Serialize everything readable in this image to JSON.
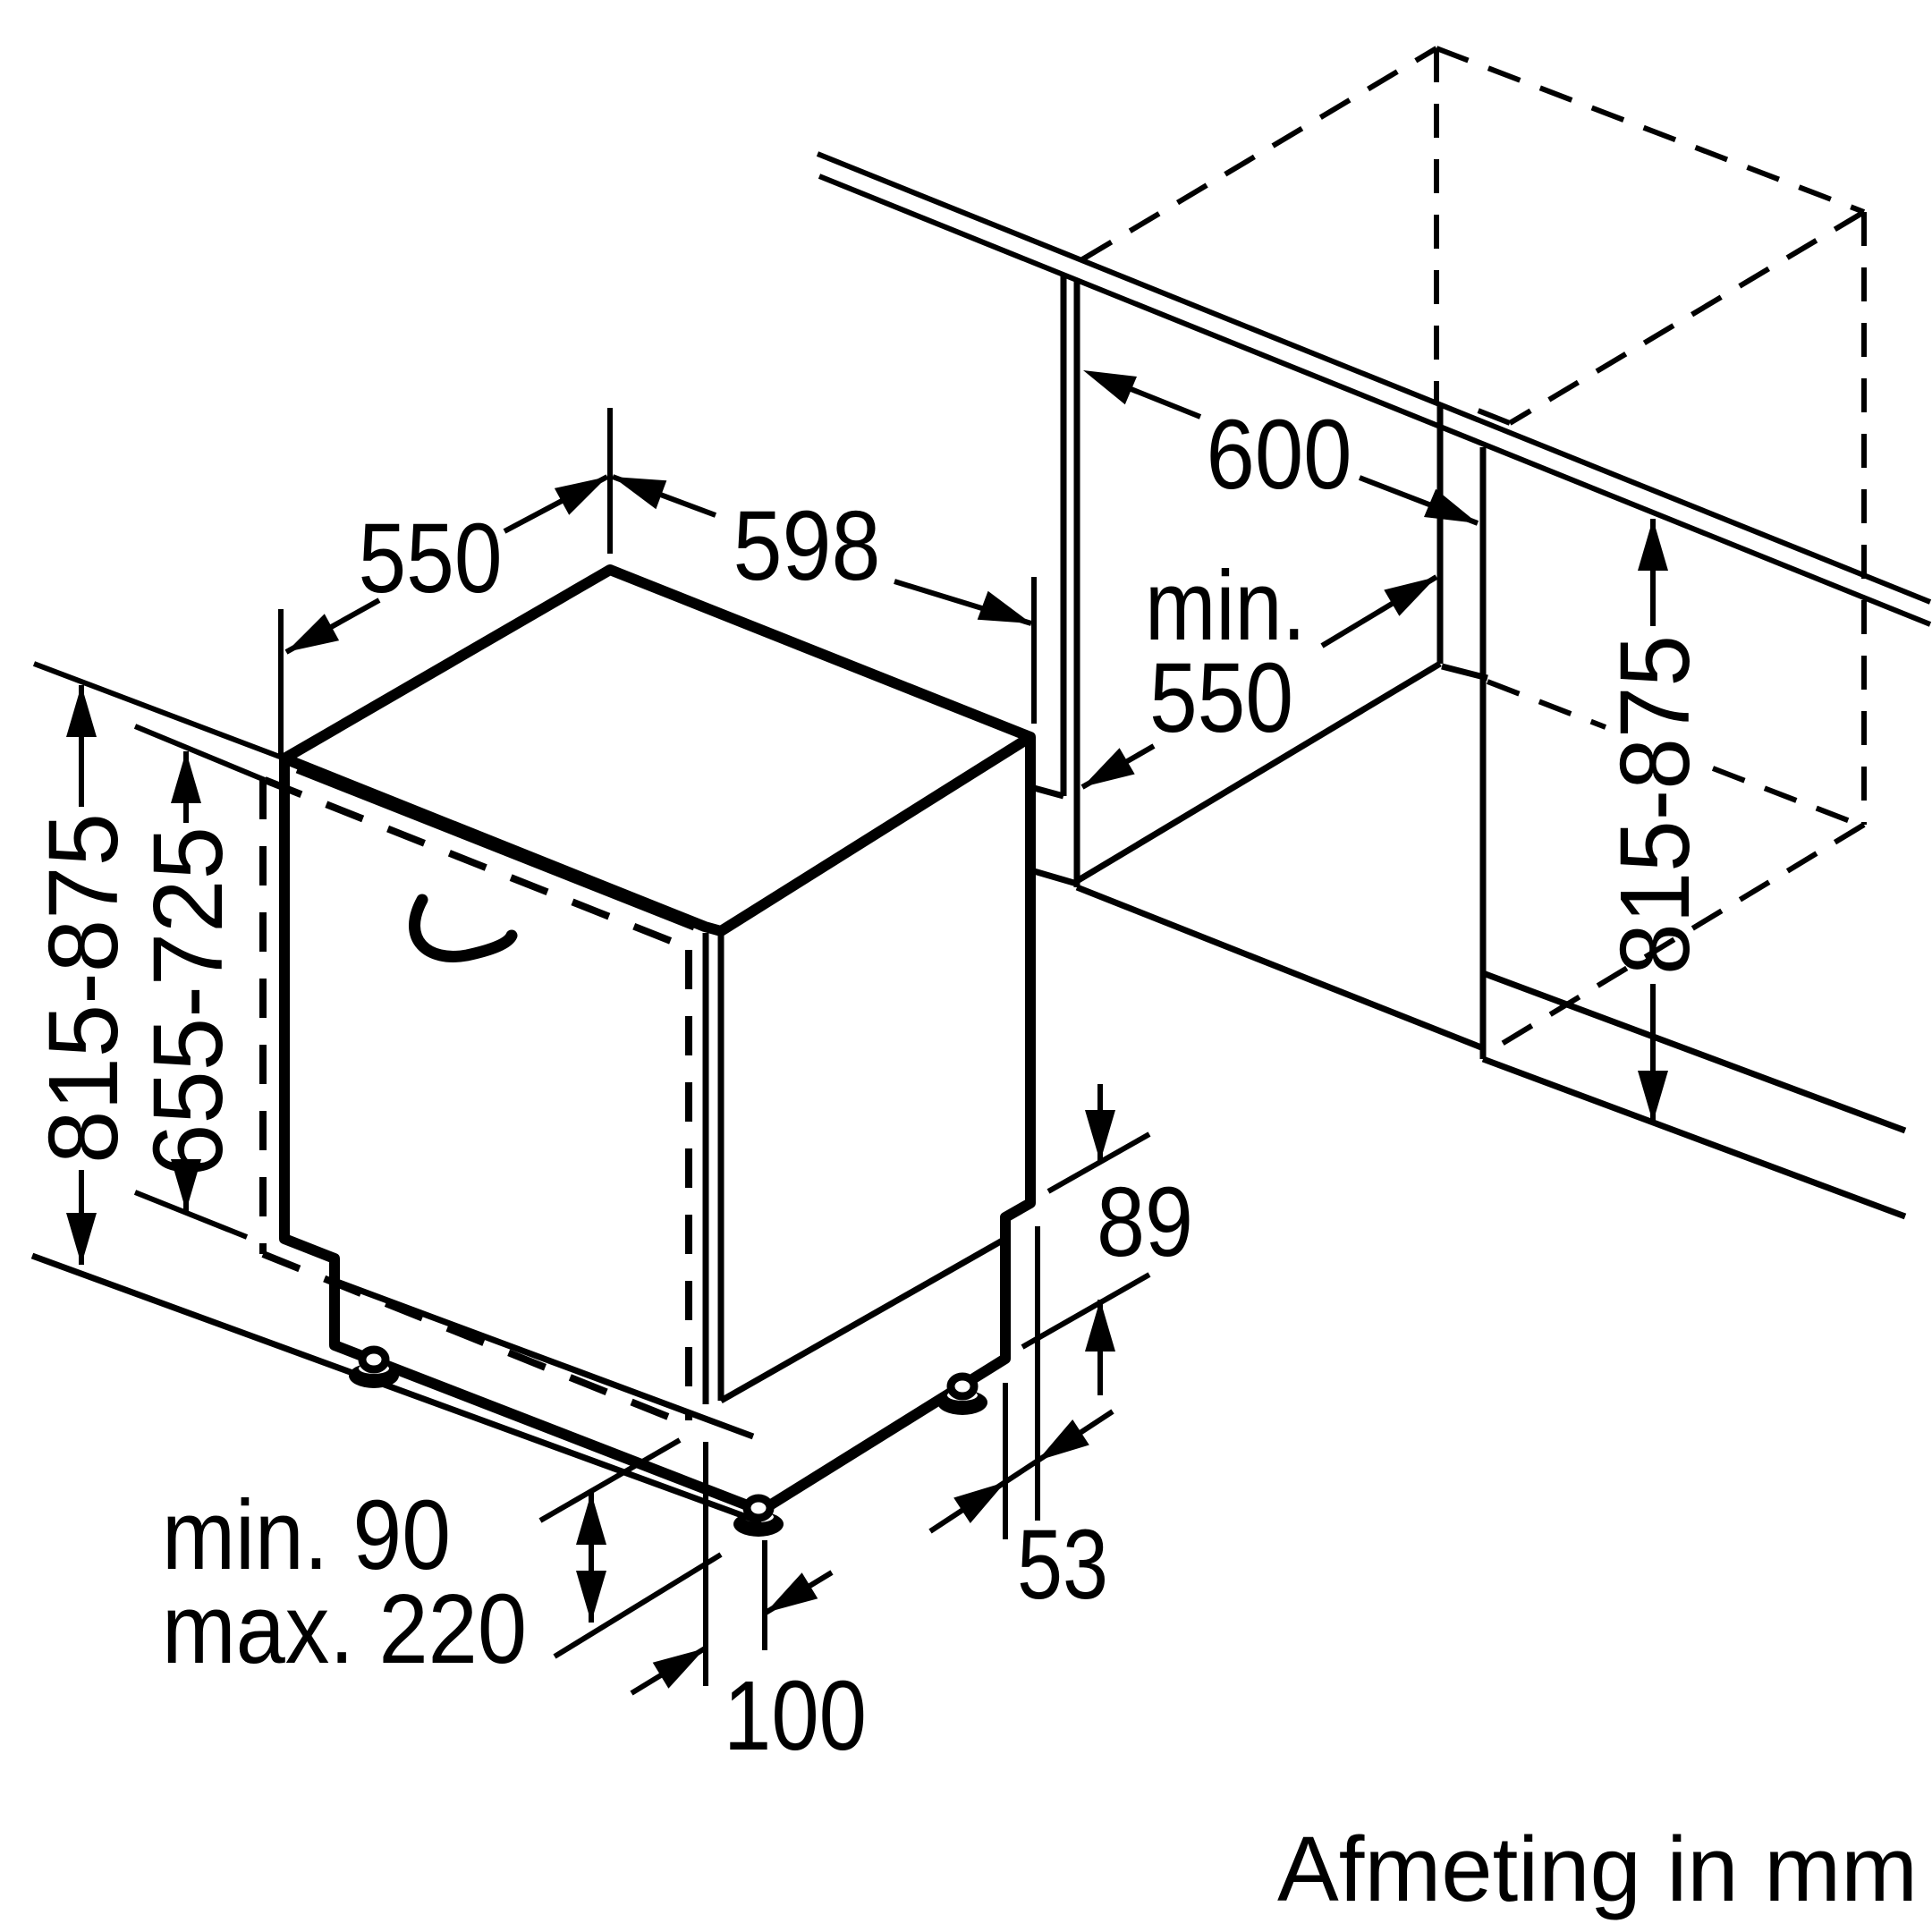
{
  "diagram": {
    "caption": "Afmeting in mm",
    "colors": {
      "line": "#000000",
      "background": "#ffffff"
    },
    "dimensions": {
      "depth_top": "550",
      "width_top": "598",
      "height_total_left": "815-875",
      "height_door_left": "655-725",
      "plinth_min": "min. 90",
      "plinth_max": "max. 220",
      "base_inset": "100",
      "rear_recess_depth": "53",
      "rear_recess_height": "89",
      "niche_width": "600",
      "niche_depth_label1": "min.",
      "niche_depth_label2": "550",
      "niche_height_right": "815-875"
    }
  }
}
